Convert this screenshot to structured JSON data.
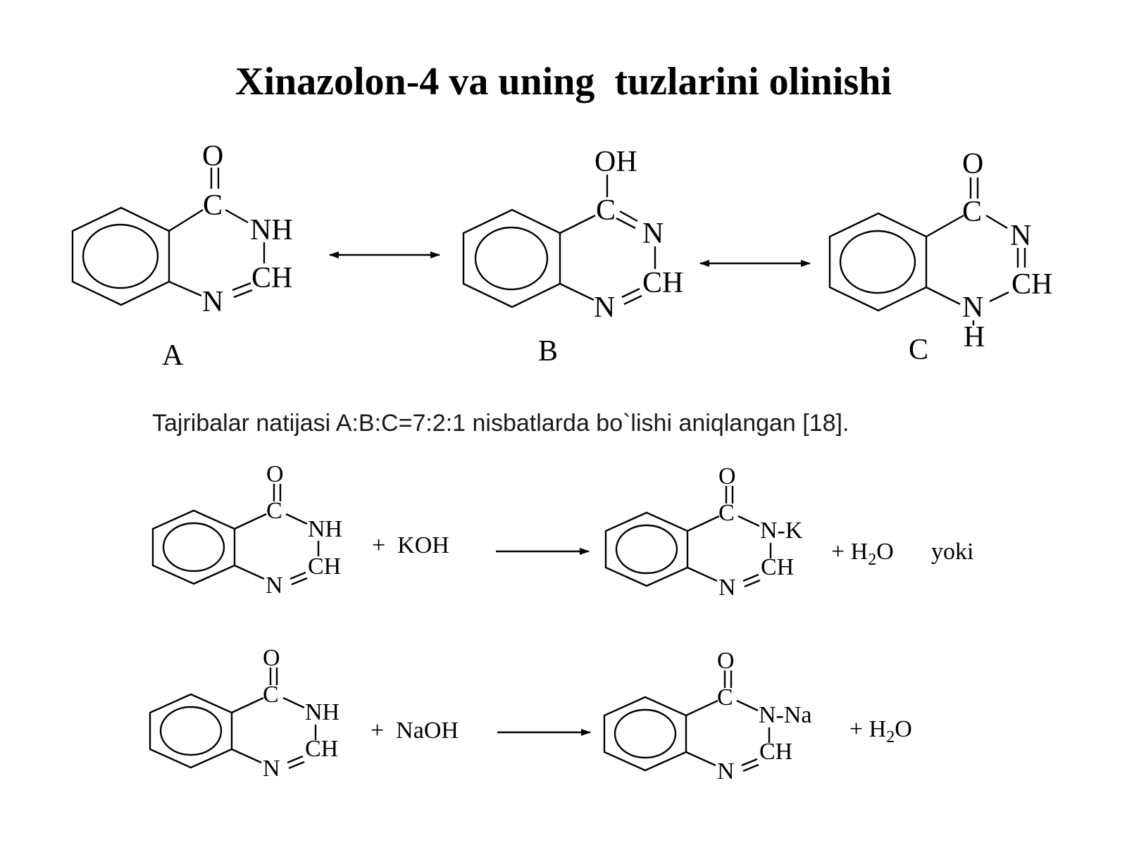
{
  "title": "Xinazolon-4 va uning  tuzlarini olinishi",
  "tautomers": {
    "A": {
      "label": "A",
      "atoms": {
        "o": "O",
        "c": "C",
        "nh": "NH",
        "ch": "CH",
        "n": "N"
      }
    },
    "B": {
      "label": "B",
      "atoms": {
        "oh": "OH",
        "c": "C",
        "n1": "N",
        "ch": "CH",
        "n": "N"
      }
    },
    "C": {
      "label": "C",
      "atoms": {
        "o": "O",
        "c": "C",
        "n1": "N",
        "ch": "CH",
        "n": "N",
        "h": "H"
      }
    }
  },
  "result_text": "Tajribalar natijasi A:B:C=7:2:1 nisbatlarda bo`lishi aniqlangan [18].",
  "reaction1": {
    "reactant": {
      "o": "O",
      "c": "C",
      "nh": "NH",
      "ch": "CH",
      "n": "N"
    },
    "reagent": "+  KOH",
    "product": {
      "o": "O",
      "c": "C",
      "nk": "N-K",
      "ch": "CH",
      "n": "N"
    },
    "byproduct_prefix": "+ H",
    "byproduct_sub": "2",
    "byproduct_suffix": "O",
    "conjunction": "yoki"
  },
  "reaction2": {
    "reactant": {
      "o": "O",
      "c": "C",
      "nh": "NH",
      "ch": "CH",
      "n": "N"
    },
    "reagent": "+  NaOH",
    "product": {
      "o": "O",
      "c": "C",
      "nna": "N-Na",
      "ch": "CH",
      "n": "N"
    },
    "byproduct_prefix": "+ H",
    "byproduct_sub": "2",
    "byproduct_suffix": "O"
  }
}
